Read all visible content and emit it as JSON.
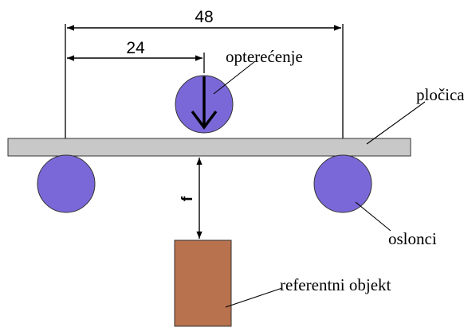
{
  "dimensions": {
    "total_span": "48",
    "half_span": "24",
    "deflection_symbol": "f"
  },
  "labels": {
    "load": "opterećenje",
    "plate": "pločica",
    "supports": "oslonci",
    "reference_object": "referentni objekt"
  },
  "colors": {
    "roller": "#7b68d8",
    "plate": "#c8c8c8",
    "reference_block": "#b8724e",
    "line": "#000000"
  }
}
